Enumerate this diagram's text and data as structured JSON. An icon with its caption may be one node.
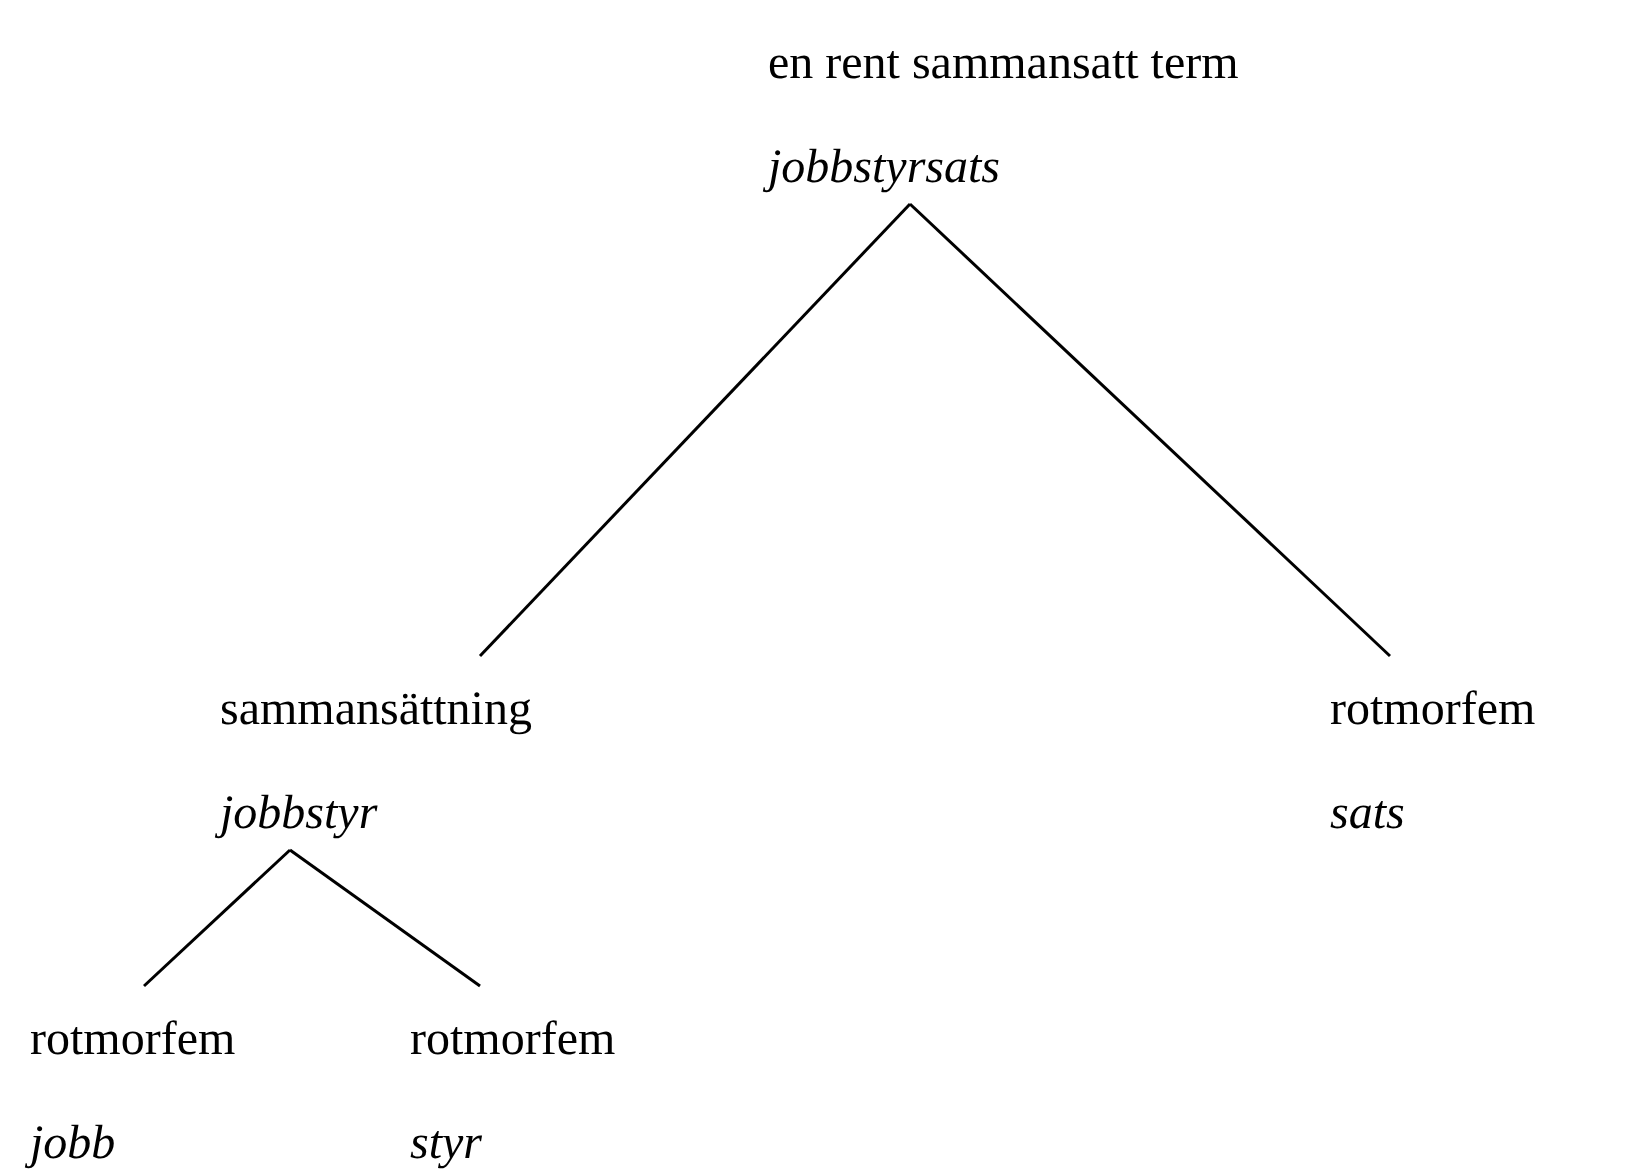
{
  "diagram": {
    "nodes": [
      {
        "text": [
          "en rent sammansatt term",
          "jobbstyrsats"
        ]
      },
      {
        "text": [
          "sammansättning",
          "jobbstyr"
        ]
      },
      {
        "text": [
          "rotmorfem",
          "sats"
        ]
      },
      {
        "text": [
          "rotmorfem",
          "jobb"
        ]
      },
      {
        "text": [
          "rotmorfem",
          "styr"
        ]
      }
    ],
    "edges": [
      {
        "from": 0,
        "to": 1,
        "arrow": "none"
      },
      {
        "from": 0,
        "to": 2,
        "arrow": "none"
      },
      {
        "from": 1,
        "to": 3,
        "arrow": "none"
      },
      {
        "from": 1,
        "to": 4,
        "arrow": "none"
      }
    ]
  }
}
